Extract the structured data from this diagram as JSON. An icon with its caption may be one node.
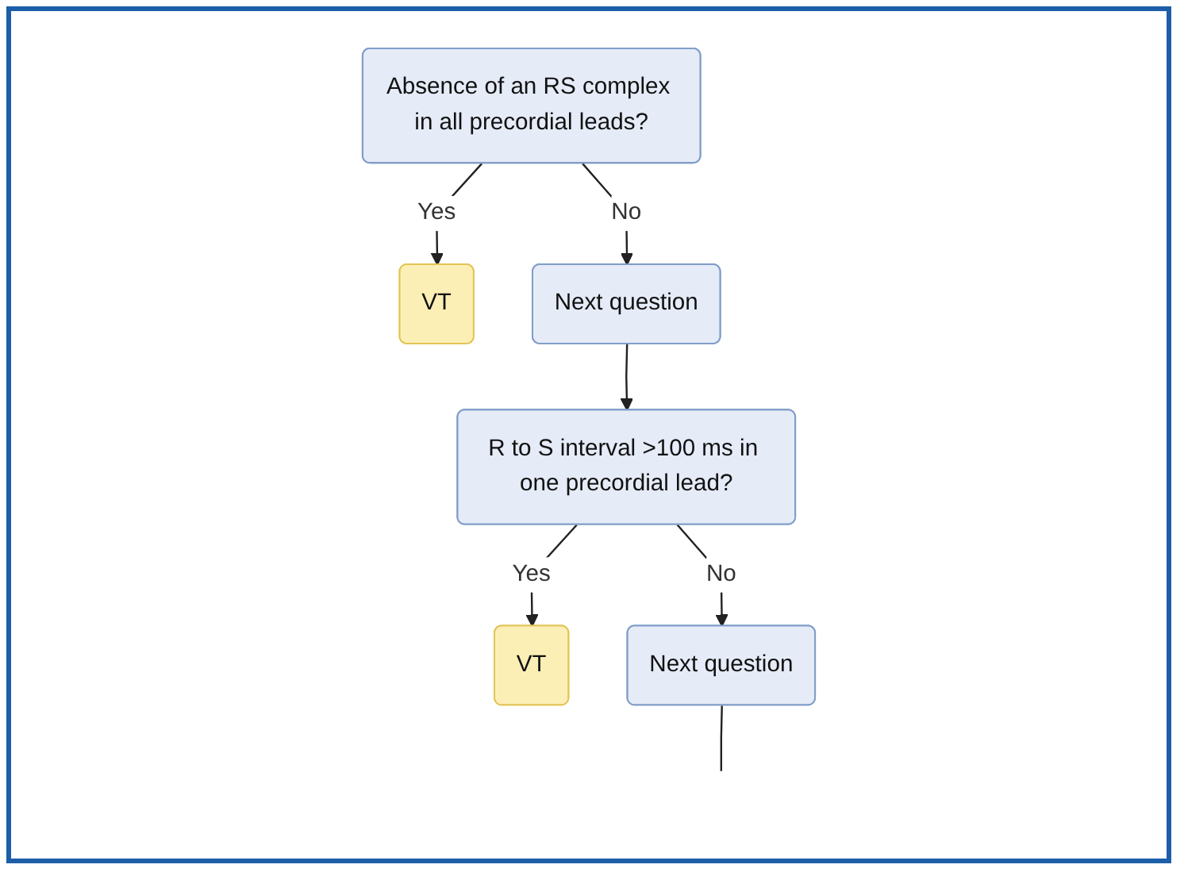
{
  "diagram": {
    "nodes": [
      {
        "text": [
          "Absence of an RS complex in all precordial leads?"
        ]
      },
      {
        "text": [
          "VT"
        ]
      },
      {
        "text": [
          "Next question"
        ]
      },
      {
        "text": [
          "R to S interval >100 ms in one precordial lead?"
        ]
      },
      {
        "text": [
          "VT"
        ]
      },
      {
        "text": [
          "Next question"
        ]
      }
    ],
    "edges": [
      {
        "from": 0,
        "to": 1,
        "arrow": "to",
        "label": "Yes"
      },
      {
        "from": 0,
        "to": 2,
        "arrow": "to",
        "label": "No"
      },
      {
        "from": 2,
        "to": 3,
        "arrow": "to"
      },
      {
        "from": 3,
        "to": 4,
        "arrow": "to",
        "label": "Yes"
      },
      {
        "from": 3,
        "to": 5,
        "arrow": "to",
        "label": "No"
      },
      {
        "from": 5,
        "to": null,
        "arrow": "none"
      }
    ]
  }
}
